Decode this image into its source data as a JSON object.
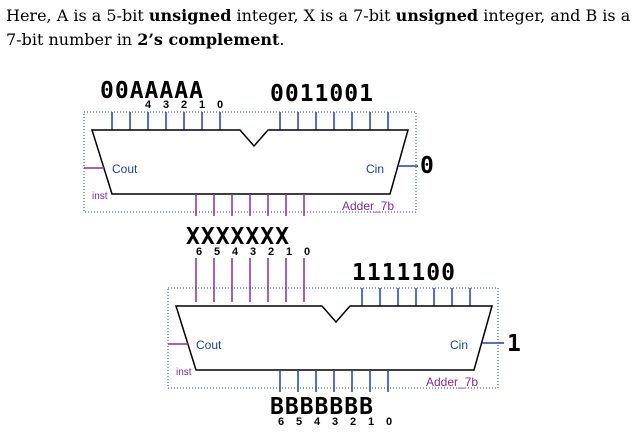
{
  "intro": {
    "t1": "Here, A is a 5-bit ",
    "b1": "unsigned",
    "t2": " integer, X is a 7-bit ",
    "b2": "unsigned",
    "t3": " integer, and B is a 7-bit number in ",
    "b3": "2’s complement",
    "t4": "."
  },
  "top_adder": {
    "input_a": "00AAAAA",
    "a_bits": [
      "4",
      "3",
      "2",
      "1",
      "0"
    ],
    "input_b": "0011001",
    "cout": "Cout",
    "cin": "Cin",
    "cin_value": "0",
    "inst": "inst",
    "name": "Adder_7b"
  },
  "middle": {
    "sum": "XXXXXXX",
    "bits": [
      "6",
      "5",
      "4",
      "3",
      "2",
      "1",
      "0"
    ]
  },
  "bottom_adder": {
    "input_b": "1111100",
    "cout": "Cout",
    "cin": "Cin",
    "cin_value": "1",
    "inst": "inst",
    "name": "Adder_7b",
    "sum": "BBBBBBB",
    "bits": [
      "6",
      "5",
      "4",
      "3",
      "2",
      "1",
      "0"
    ]
  },
  "colors": {
    "wire": "#1f3fb0",
    "frame": "#1f3fb0",
    "label": "#8a2aa0"
  }
}
